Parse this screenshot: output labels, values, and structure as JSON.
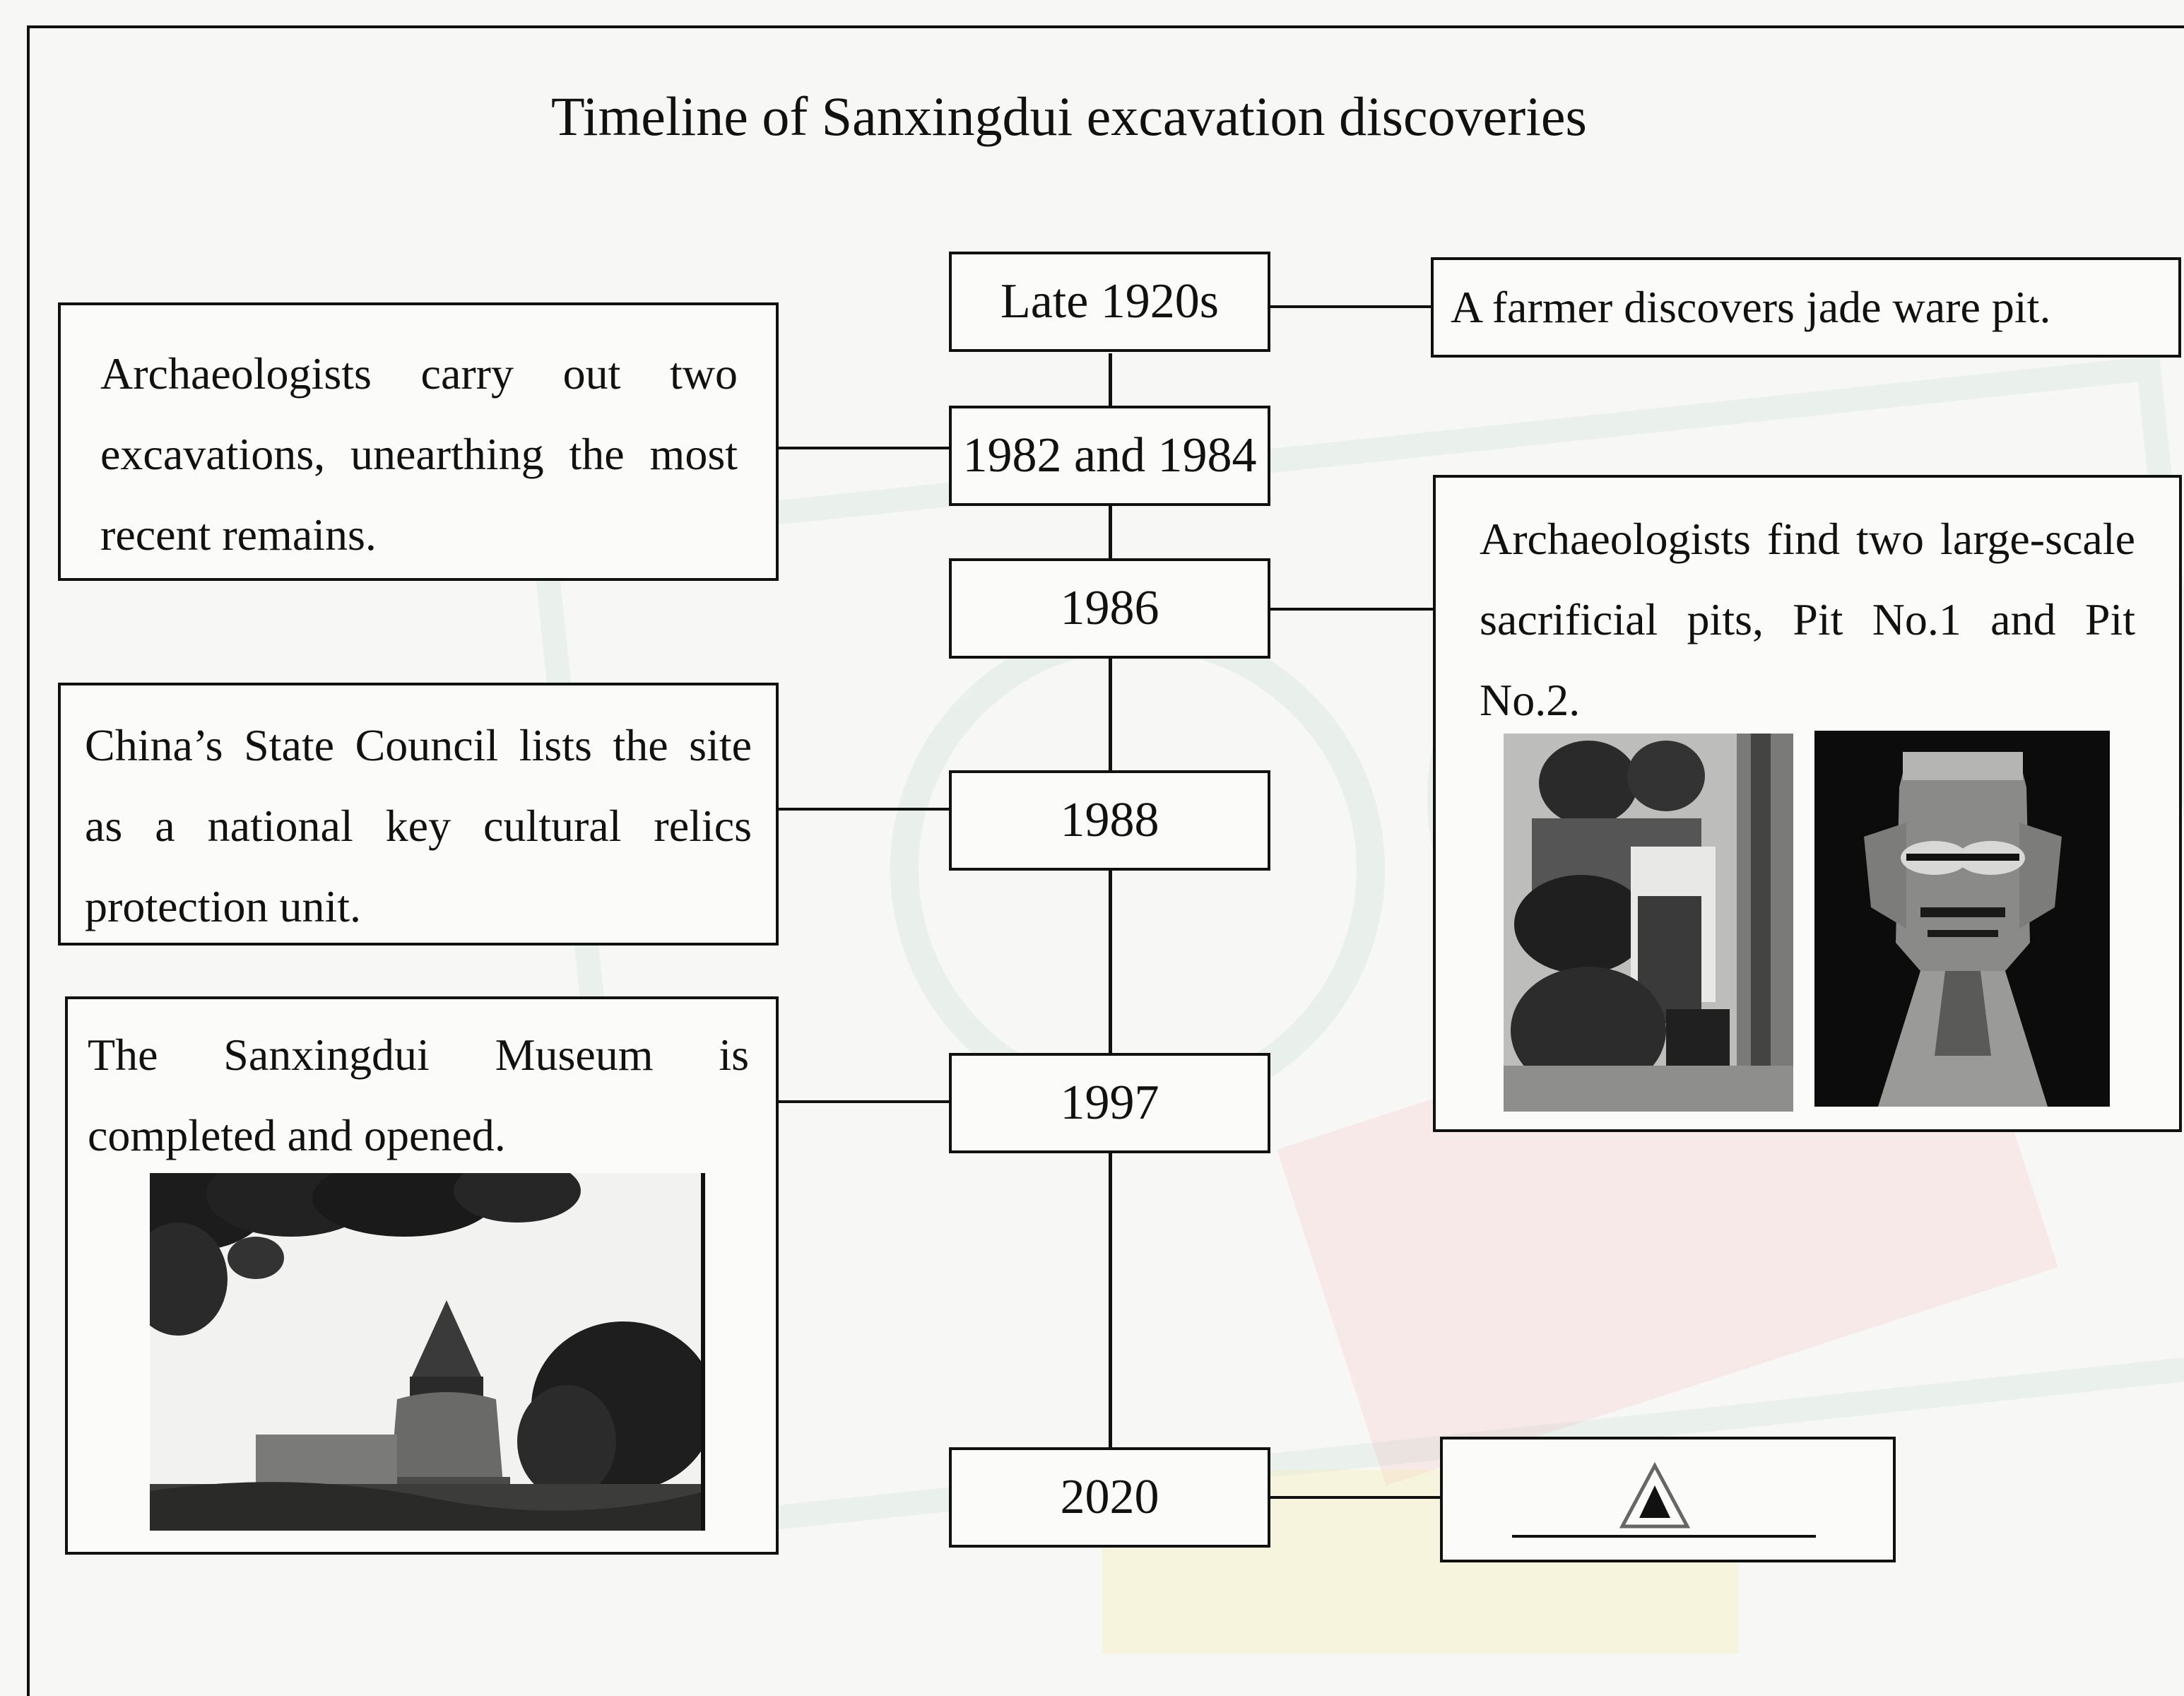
{
  "title": "Timeline of Sanxingdui excavation discoveries",
  "timeline": [
    {
      "year": "Late 1920s",
      "side": "right",
      "event": "A farmer discovers jade ware pit."
    },
    {
      "year": "1982 and 1984",
      "side": "left",
      "event": "Archaeologists carry out two excavations, unearthing the most recent remains."
    },
    {
      "year": "1986",
      "side": "right",
      "event": "Archaeologists find two large-scale sacrificial pits, Pit No.1 and Pit No.2."
    },
    {
      "year": "1988",
      "side": "left",
      "event": "China’s State Council lists the site as a national key cultural relics protection unit."
    },
    {
      "year": "1997",
      "side": "left",
      "event": "The Sanxingdui Museum is completed and opened."
    },
    {
      "year": "2020",
      "side": "right",
      "event": ""
    }
  ],
  "icons": {
    "blank_marker": "warning-triangle-icon"
  }
}
